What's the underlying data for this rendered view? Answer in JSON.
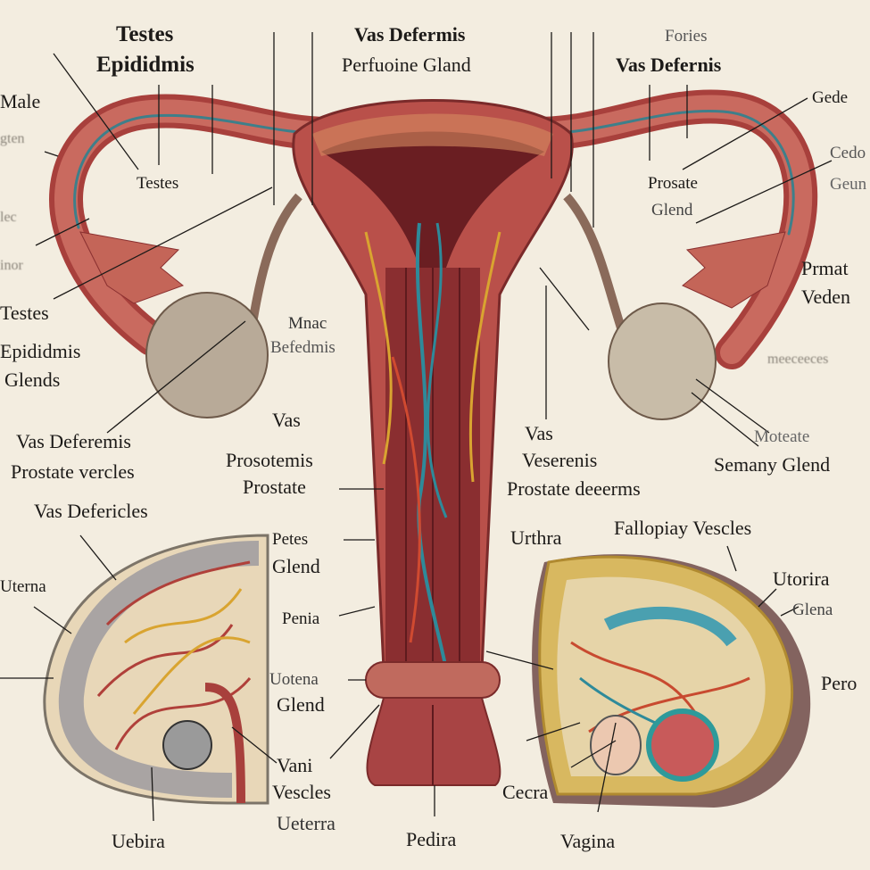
{
  "labels": {
    "top_left_1": "Testes",
    "top_left_2": "Epididmis",
    "male": "Male",
    "gten": "gten",
    "testes_mid": "Testes",
    "lec": "lec",
    "inor": "inor",
    "testes_left": "Testes",
    "epididmis_left": "Epididmis",
    "glends_left": "Glends",
    "vas_deferemis_left": "Vas Deferemis",
    "prostate_vercles": "Prostate vercles",
    "vas_defericles": "Vas Defericles",
    "uterna": "Uterna",
    "top_center_1": "Vas Defermis",
    "top_center_2": "Perfuoine Gland",
    "top_right_1": "Fories",
    "top_right_2": "Vas Defernis",
    "gede": "Gede",
    "cedo": "Cedo",
    "geun": "Geun",
    "prosate": "Prosate",
    "glend_right": "Glend",
    "prmat": "Prmat",
    "veden": "Veden",
    "faint_right": "meeceeces",
    "moteate": "Moteate",
    "semany_glend": "Semany Glend",
    "mnac": "Mnac",
    "befedmis": "Befedmis",
    "vas_center": "Vas",
    "prosotemis": "Prosotemis",
    "prostate_center": "Prostate",
    "vas_right": "Vas",
    "veserenis": "Veserenis",
    "prostate_deeerms": "Prostate deeerms",
    "urthra": "Urthra",
    "fallopiay_vescles": "Fallopiay Vescles",
    "petes": "Petes",
    "glend_c1": "Glend",
    "penia": "Penia",
    "utorira": "Utorira",
    "glena": "Glena",
    "uotena": "Uotena",
    "glend_c2": "Glend",
    "pero": "Pero",
    "vani": "Vani",
    "vescles": "Vescles",
    "ueterra": "Ueterra",
    "uebira": "Uebira",
    "pedira": "Pedira",
    "cecra": "Cecra",
    "vagina": "Vagina"
  },
  "colors": {
    "background": "#f3ede0",
    "tissue": "#b9504a",
    "tissue_dark": "#7a2a2a",
    "vessel_blue": "#2e8a9a",
    "vessel_yellow": "#d9a430",
    "ovary": "#b8aa98"
  }
}
